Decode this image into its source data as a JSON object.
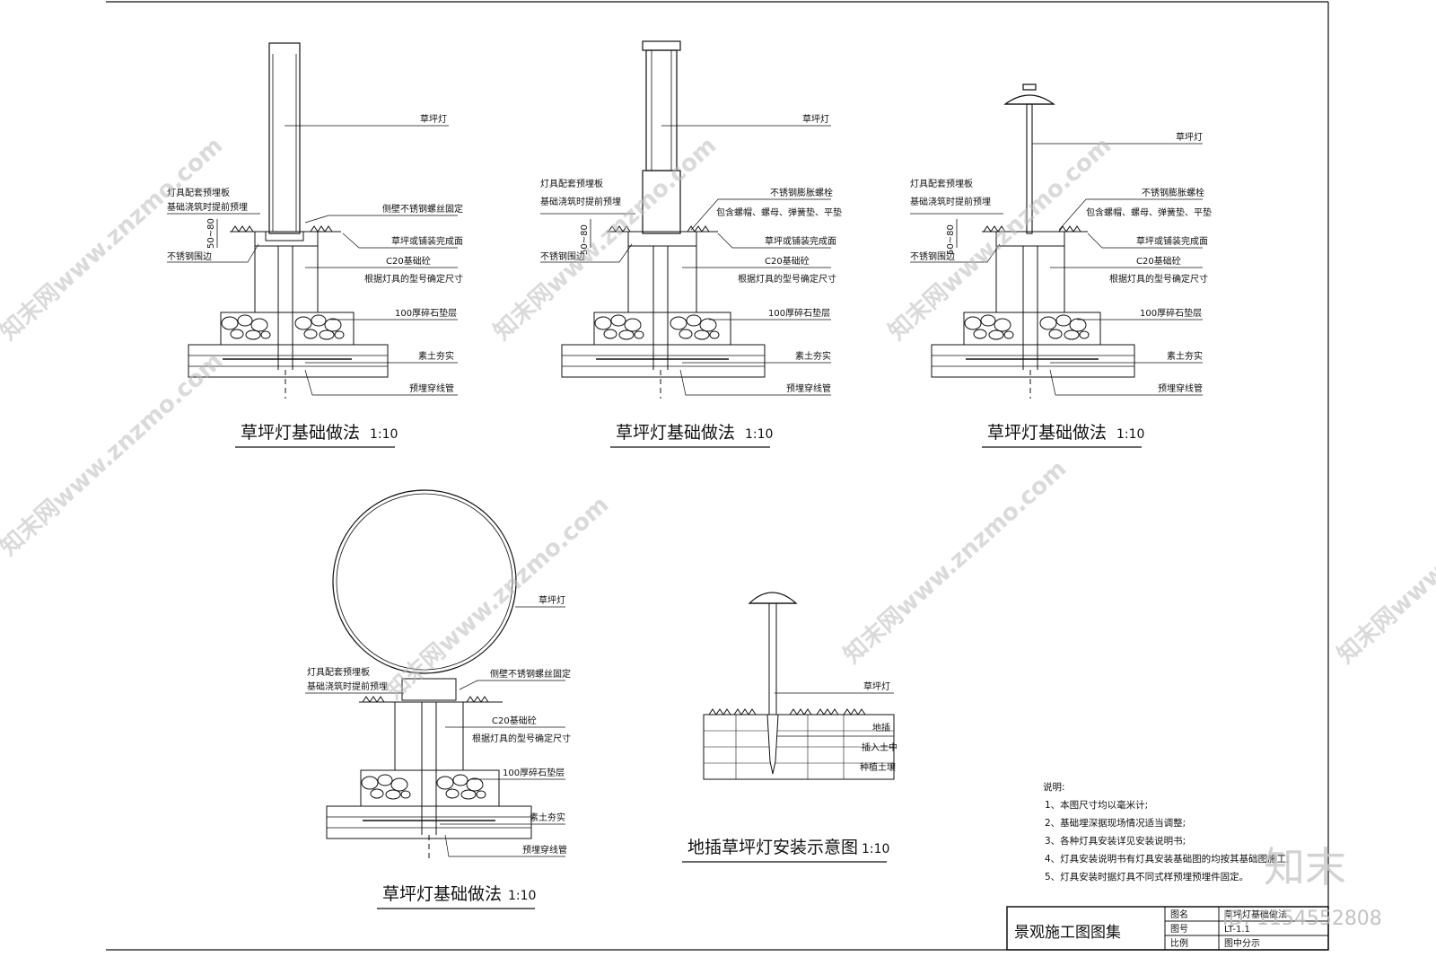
{
  "sheet_title": "景观施工图图集",
  "title_block": {
    "rows": [
      {
        "key": "图名",
        "value": "草坪灯基础做法"
      },
      {
        "key": "图号",
        "value": "LT-1.1"
      },
      {
        "key": "比例",
        "value": "图中分示"
      }
    ]
  },
  "details": [
    {
      "title": "草坪灯基础做法",
      "scale": "1:10",
      "labels": {
        "lamp": "草坪灯",
        "plate": "灯具配套预埋板",
        "preburied": "基础浇筑时提前预埋",
        "side_screw": "侧壁不锈钢螺丝固定",
        "surface": "草坪或铺装完成面",
        "dim": "50~80",
        "edge": "不锈钢围边",
        "concrete": "C20基础砼",
        "size": "根据灯具的型号确定尺寸",
        "gravel": "100厚碎石垫层",
        "soil": "素土夯实",
        "pipe": "预埋穿线管"
      }
    },
    {
      "title": "草坪灯基础做法",
      "scale": "1:10",
      "labels": {
        "lamp": "草坪灯",
        "plate": "灯具配套预埋板",
        "preburied": "基础浇筑时提前预埋",
        "bolt": "不锈钢膨胀螺栓",
        "bolt_detail": "包含螺帽、螺母、弹簧垫、平垫",
        "surface": "草坪或铺装完成面",
        "dim": "50~80",
        "edge": "不锈钢围边",
        "concrete": "C20基础砼",
        "size": "根据灯具的型号确定尺寸",
        "gravel": "100厚碎石垫层",
        "soil": "素土夯实",
        "pipe": "预埋穿线管"
      }
    },
    {
      "title": "草坪灯基础做法",
      "scale": "1:10",
      "labels": {
        "lamp": "草坪灯",
        "plate": "灯具配套预埋板",
        "preburied": "基础浇筑时提前预埋",
        "bolt": "不锈钢膨胀螺栓",
        "bolt_detail": "包含螺帽、螺母、弹簧垫、平垫",
        "surface": "草坪或铺装完成面",
        "dim": "50~80",
        "edge": "不锈钢围边",
        "concrete": "C20基础砼",
        "size": "根据灯具的型号确定尺寸",
        "gravel": "100厚碎石垫层",
        "soil": "素土夯实",
        "pipe": "预埋穿线管"
      }
    },
    {
      "title": "草坪灯基础做法",
      "scale": "1:10",
      "labels": {
        "lamp": "草坪灯",
        "plate": "灯具配套预埋板",
        "preburied": "基础浇筑时提前预埋",
        "side_screw": "侧壁不锈钢螺丝固定",
        "concrete": "C20基础砼",
        "size": "根据灯具的型号确定尺寸",
        "gravel": "100厚碎石垫层",
        "soil": "素土夯实",
        "pipe": "预埋穿线管"
      }
    },
    {
      "title": "地插草坪灯安装示意图",
      "scale": "1:10",
      "labels": {
        "lamp": "草坪灯",
        "stake": "地插",
        "insert": "插入土中",
        "planting": "种植土壤"
      }
    }
  ],
  "notes": {
    "heading": "说明:",
    "items": [
      "1、本图尺寸均以毫米计;",
      "2、基础埋深据现场情况适当调整;",
      "3、各种灯具安装详见安装说明书;",
      "4、灯具安装说明书有灯具安装基础图的均按其基础图施工;",
      "5、灯具安装时据灯具不同式样预埋预埋件固定。"
    ]
  },
  "watermark": {
    "text": "知末网www.znzmo.com",
    "logo": "知末",
    "id": "ID: 1154552808"
  }
}
